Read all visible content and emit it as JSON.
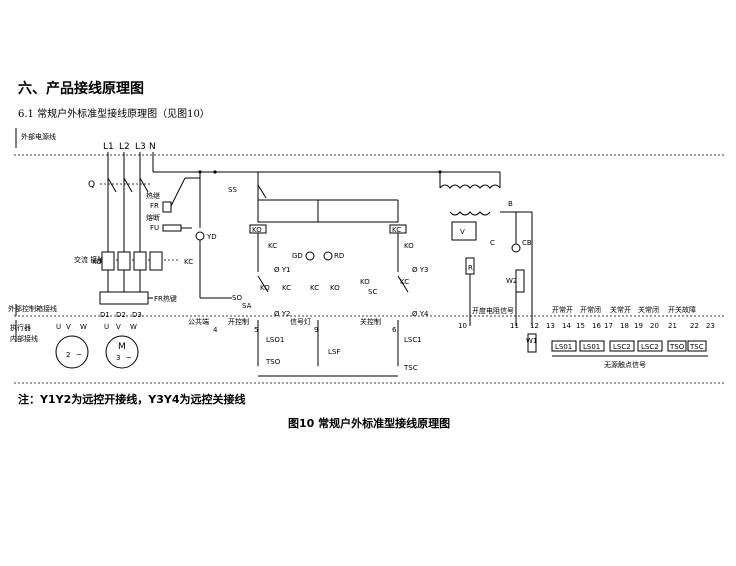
{
  "heading": "六、产品接线原理图",
  "subheading": "6.1 常规户外标准型接线原理图（见图10）",
  "note": "注：Y1Y2为远控开接线，Y3Y4为远控关接线",
  "caption": "图10 常规户外标准型接线原理图",
  "zones": {
    "external_power": "外部电源线",
    "control_box": "外部控制箱接线",
    "actuator_1": "执行器",
    "actuator_2": "内部接线"
  },
  "buses": [
    "L1",
    "L2",
    "L3",
    "N"
  ],
  "switch_q": "Q",
  "protect": {
    "thermal": "热继",
    "fr": "FR",
    "fuse": "熔断",
    "fu": "FU",
    "yd": "YD"
  },
  "contactor_label": "交流\n接触",
  "ko": "KO",
  "kc": "KC",
  "fr_key": "FR热键",
  "phase_terms": [
    "D1",
    "D2",
    "D3"
  ],
  "uvw": [
    "U",
    "V",
    "W"
  ],
  "motor": {
    "m": "M",
    "num2": "2",
    "num3": "3",
    "tilde": "~"
  },
  "relays": {
    "ss": "SS",
    "so": "SO",
    "sa": "SA",
    "sc": "SC",
    "gd": "GD",
    "rd": "RD",
    "y1": "Ø Y1",
    "y2": "Ø Y2",
    "y3": "Ø Y3",
    "y4": "Ø Y4"
  },
  "terminal_labels": {
    "common": "公共端",
    "open": "开控制",
    "signal": "信号灯",
    "close": "关控制",
    "t4": "4",
    "t5": "5",
    "t9": "9",
    "t6": "6"
  },
  "limit_switches": {
    "lso1": "LSO1",
    "lsc1": "LSC1",
    "lsf": "LSF",
    "tso": "TSO",
    "tsc": "TSC"
  },
  "transformer": {
    "b": "B",
    "v": "V",
    "c": "C",
    "cb": "CB",
    "w2": "W2",
    "w1": "W1",
    "r": "R"
  },
  "position_signal": "开度电阻信号",
  "right_terms": [
    "10",
    "11",
    "12",
    "13",
    "14",
    "15",
    "16",
    "17",
    "18",
    "19",
    "20",
    "21",
    "22",
    "23"
  ],
  "contact_groups": [
    {
      "title": "开常开",
      "box": "LS01"
    },
    {
      "title": "开常闭",
      "box": "LS01"
    },
    {
      "title": "关常开",
      "box": "LSC2"
    },
    {
      "title": "关常闭",
      "box": "LSC2"
    },
    {
      "title": "开关故障",
      "box": "TSO",
      "box2": "TSC"
    }
  ],
  "dry_contact": "无源触点信号"
}
